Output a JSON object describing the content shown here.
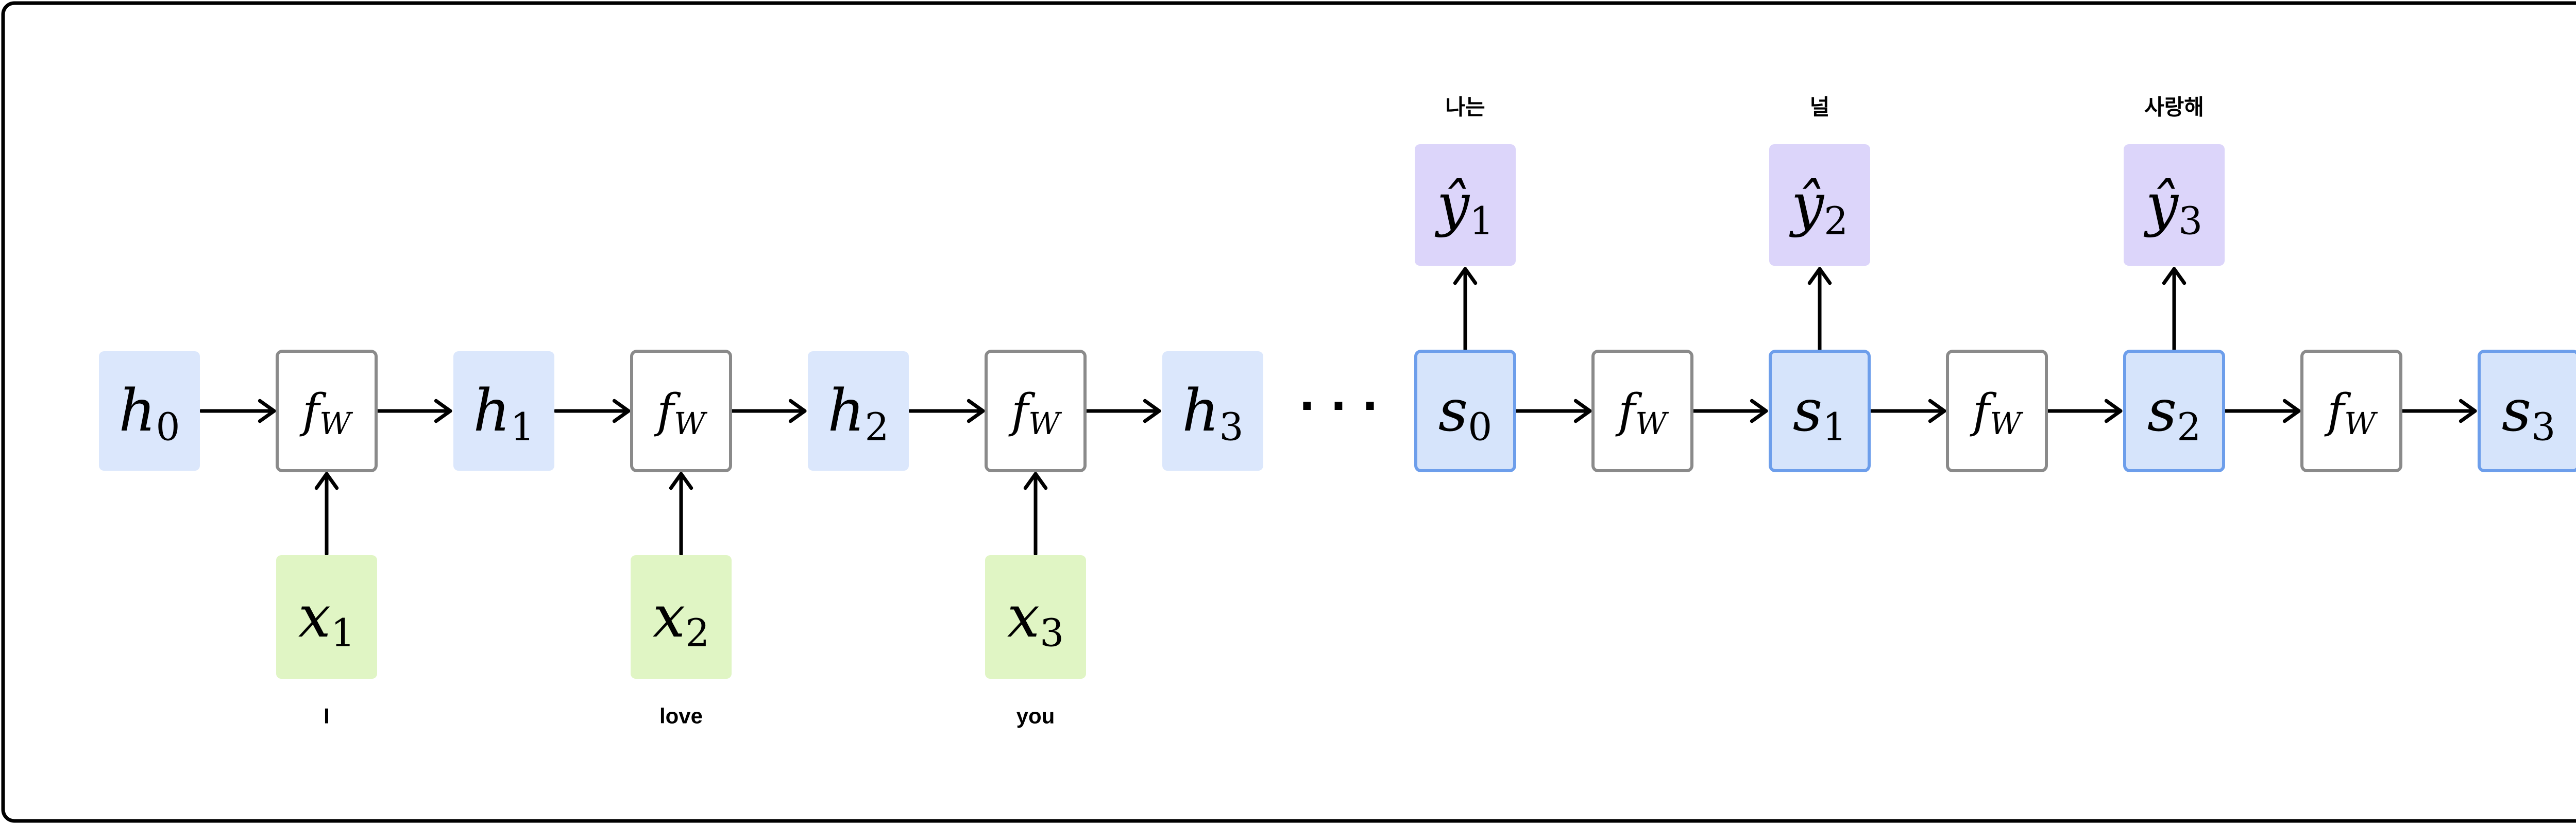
{
  "colors": {
    "frame_stroke": "#000000",
    "hidden_fill": "#dbe7fc",
    "state_fill": "#d6e4fb",
    "state_stroke": "#6d9eeb",
    "input_fill": "#e0f5c4",
    "output_fill": "#dcd5fa",
    "func_stroke": "#8a8a8a",
    "arrow": "#000000"
  },
  "encoder": {
    "hidden": [
      {
        "base": "h",
        "sub": "0"
      },
      {
        "base": "h",
        "sub": "1"
      },
      {
        "base": "h",
        "sub": "2"
      },
      {
        "base": "h",
        "sub": "3"
      }
    ],
    "inputs": [
      {
        "base": "x",
        "sub": "1",
        "word": "I"
      },
      {
        "base": "x",
        "sub": "2",
        "word": "love"
      },
      {
        "base": "x",
        "sub": "3",
        "word": "you"
      }
    ]
  },
  "function_cell": {
    "base": "f",
    "sub": "W"
  },
  "ellipsis": "·  ·  ·",
  "decoder": {
    "states": [
      {
        "base": "s",
        "sub": "0"
      },
      {
        "base": "s",
        "sub": "1"
      },
      {
        "base": "s",
        "sub": "2"
      },
      {
        "base": "s",
        "sub": "3"
      }
    ],
    "outputs": [
      {
        "base": "ŷ",
        "sub": "1",
        "word": "나는"
      },
      {
        "base": "ŷ",
        "sub": "2",
        "word": "널"
      },
      {
        "base": "ŷ",
        "sub": "3",
        "word": "사랑해"
      }
    ]
  }
}
